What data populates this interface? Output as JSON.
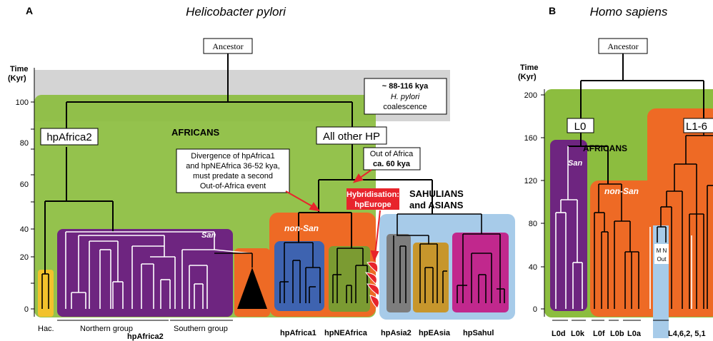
{
  "panel_a": {
    "letter": "A",
    "title": "Helicobacter pylori",
    "axis": {
      "label_1": "Time",
      "label_2": "(Kyr)",
      "ticks": [
        "0",
        "20",
        "40",
        "60",
        "80",
        "100"
      ]
    },
    "ancestor": "Ancestor",
    "coalescence": {
      "line1": "~ 88-116 kya",
      "line2": "H. pylori",
      "line3": "coalescence"
    },
    "node_hpafrica2": "hpAfrica2",
    "node_allother": "All other HP",
    "region_africans": "AFRICANS",
    "group_san": "San",
    "group_nonsan": "non-San",
    "divergence_note": [
      "Divergence of hpAfrica1",
      "and hpNEAfrica 36-52 kya,",
      "must predate a second",
      "Out-of-Africa event"
    ],
    "out_of_africa": [
      "Out of Africa",
      "ca. 60 kya"
    ],
    "hybrid": [
      "Hybridisation:",
      "hpEurope"
    ],
    "region_sahul": [
      "SAHULIANS",
      "and ASIANS"
    ],
    "bottom": {
      "hac": "Hac.",
      "northern": "Northern group",
      "southern": "Southern group",
      "hpafrica2": "hpAfrica2",
      "hpafrica1": "hpAfrica1",
      "hpneafrica": "hpNEAfrica",
      "hpasia2": "hpAsia2",
      "hpeasia": "hpEAsia",
      "hpsahul": "hpSahul"
    },
    "colors": {
      "green": "#8cbd3f",
      "grey": "#d4d4d4",
      "purple": "#6e2580",
      "orange": "#ee6a25",
      "blue": "#3e63b0",
      "olive": "#7b9b32",
      "yellow": "#f2c22c",
      "lightblue": "#a7cbe9",
      "darkgrey": "#7d7d7d",
      "gold": "#c7962c",
      "magenta": "#c1288d",
      "red": "#e8242c"
    }
  },
  "panel_b": {
    "letter": "B",
    "title": "Homo sapiens",
    "axis": {
      "label_1": "Time",
      "label_2": "(Kyr)",
      "ticks": [
        "0",
        "40",
        "80",
        "120",
        "160",
        "200"
      ]
    },
    "ancestor": "Ancestor",
    "node_l0": "L0",
    "node_l16": "L1-6",
    "region_africans": "AFRICANS",
    "group_san": "San",
    "group_nonsan": "non-San",
    "mn_label": "M N",
    "out_label": "Out",
    "bottom": {
      "l0d": "L0d",
      "l0k": "L0k",
      "l0f": "L0f",
      "l0b": "L0b",
      "l0a": "L0a",
      "l46": "L4,6,2, 5,1"
    }
  }
}
